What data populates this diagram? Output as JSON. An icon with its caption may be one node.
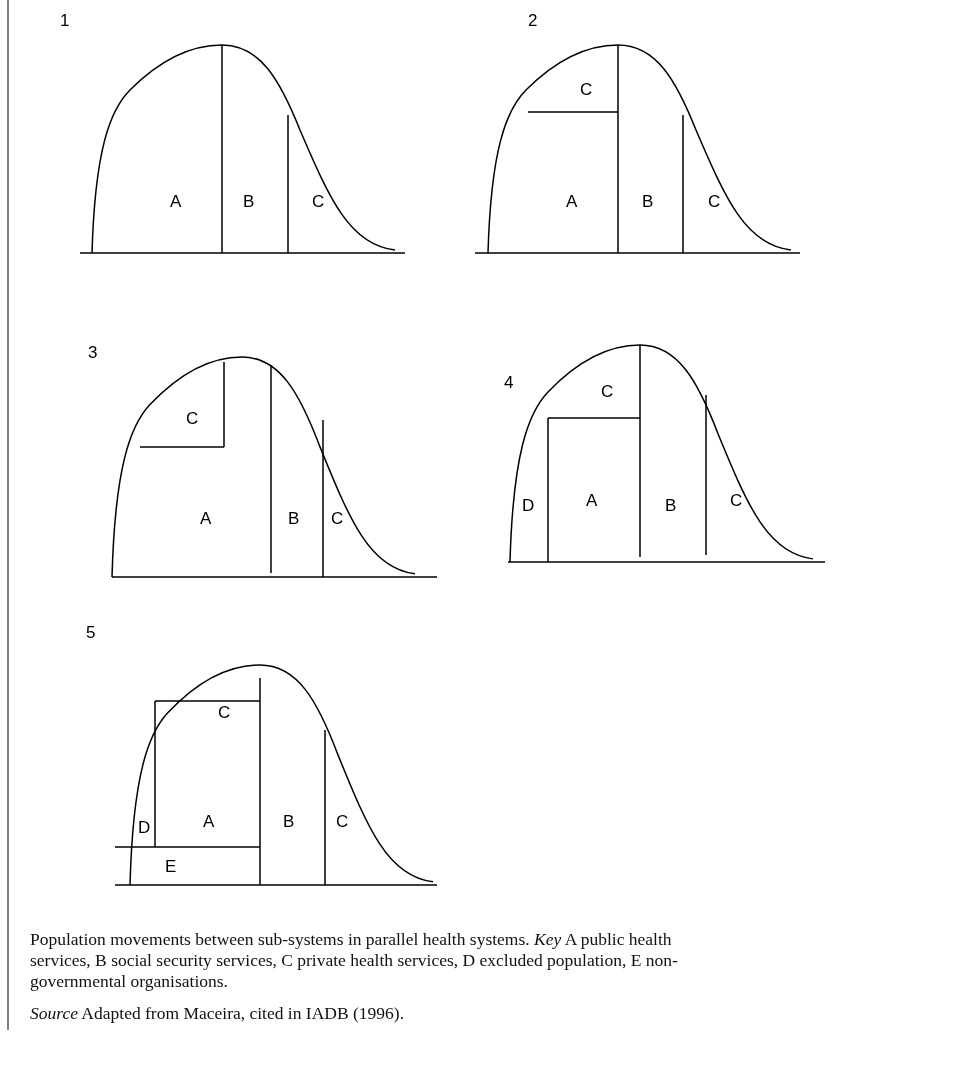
{
  "diagram": {
    "caption": "Population movements between sub-systems in parallel health systems. *Key* A public health services, B social security services, C private health services, D excluded population, E non-governmental organisations.",
    "labels": [
      "1",
      "A",
      "B",
      "C",
      "2",
      "C",
      "A",
      "B",
      "C",
      "3",
      "C",
      "A",
      "B",
      "C",
      "4",
      "C",
      "D",
      "A",
      "B",
      "C",
      "5",
      "C",
      "D",
      "A",
      "B",
      "C",
      "E",
      "*Source* Adapted from Maceira, cited in IADB (1996)."
    ]
  }
}
